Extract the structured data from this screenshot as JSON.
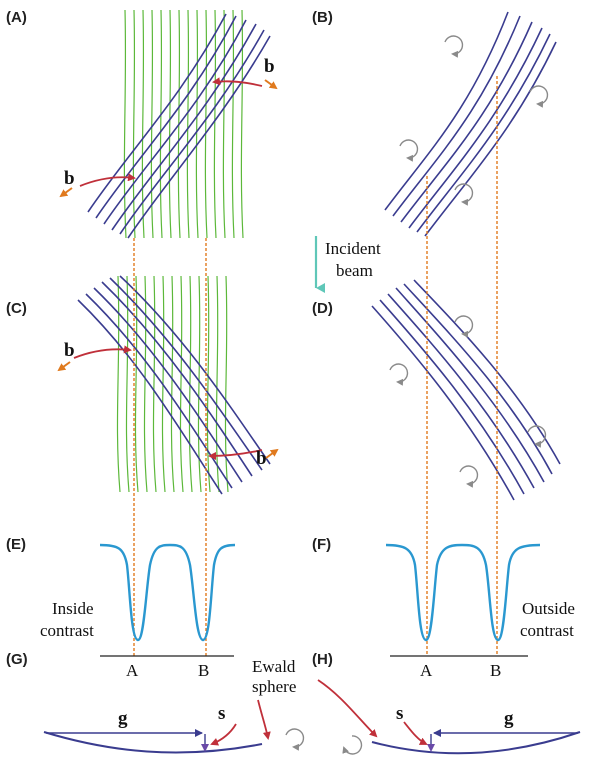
{
  "panels": {
    "a": "(A)",
    "b": "(B)",
    "c": "(C)",
    "d": "(D)",
    "e": "(E)",
    "f": "(F)",
    "g": "(G)",
    "h": "(H)"
  },
  "labels": {
    "burgers_vector": "b",
    "incident_beam_line1": "Incident",
    "incident_beam_line2": "beam",
    "inside_contrast_line1": "Inside",
    "inside_contrast_line2": "contrast",
    "outside_contrast_line1": "Outside",
    "outside_contrast_line2": "contrast",
    "position_a": "A",
    "position_b": "B",
    "ewald_line1": "Ewald",
    "ewald_line2": "sphere",
    "g_vector": "g",
    "s_vector": "s"
  },
  "colors": {
    "lattice": "#5cb83a",
    "planes": "#3a3c8f",
    "guide": "#e07a1e",
    "pointer": "#c0303a",
    "intensity": "#2a98d0",
    "beam": "#5fc7b8"
  },
  "icons": {
    "rotation": "rotation-arrow-icon",
    "burgers": "burgers-vector-arrow-icon",
    "beam": "down-arrow-icon"
  }
}
